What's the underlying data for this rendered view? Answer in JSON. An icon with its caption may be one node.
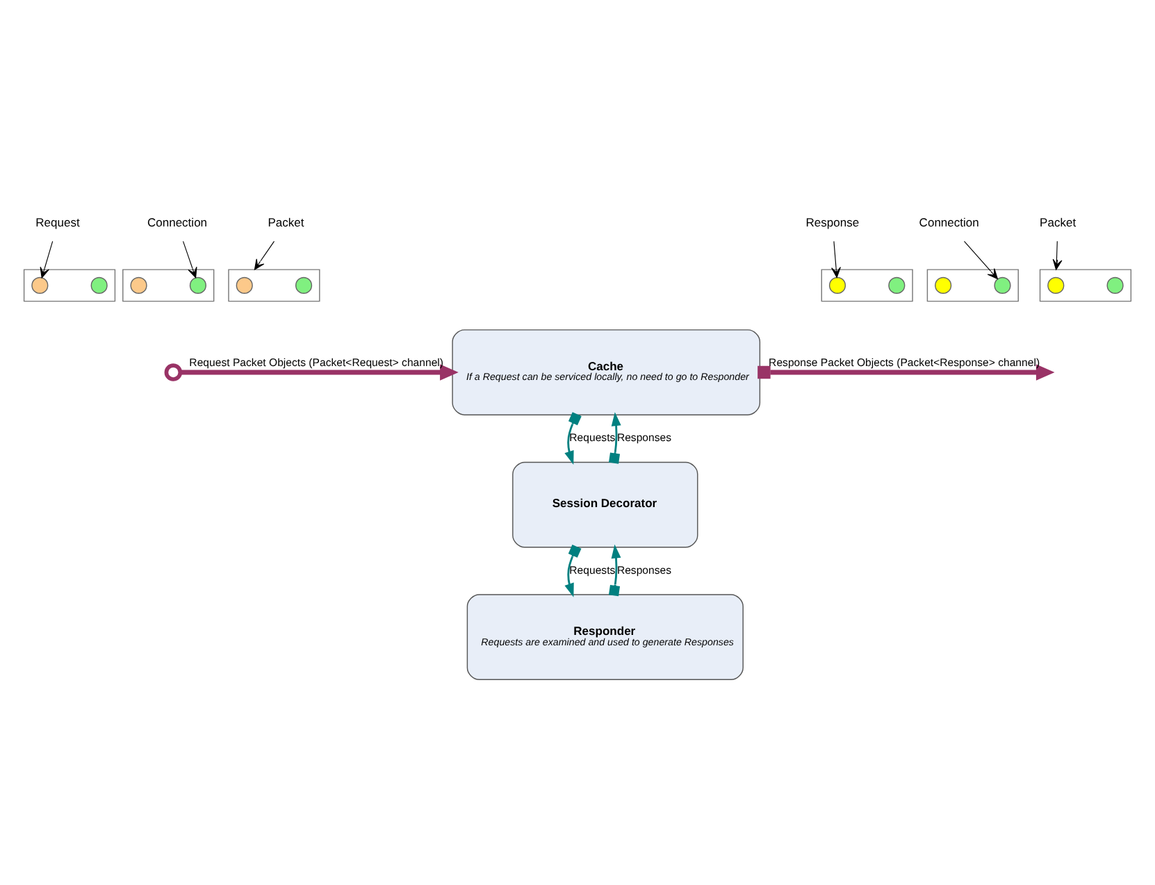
{
  "diagram": {
    "nodes": [
      {
        "text": [
          "Request"
        ]
      },
      {
        "text": [
          "Connection"
        ]
      },
      {
        "text": [
          "Packet"
        ]
      },
      {
        "text": [],
        "shape": "box"
      },
      {
        "text": [],
        "shape": "circle",
        "in": 3
      },
      {
        "text": [],
        "shape": "circle",
        "in": 3
      },
      {
        "text": [],
        "shape": "box"
      },
      {
        "text": [],
        "shape": "circle",
        "in": 6
      },
      {
        "text": [],
        "shape": "circle",
        "in": 6
      },
      {
        "text": [],
        "shape": "box"
      },
      {
        "text": [],
        "shape": "circle",
        "in": 9
      },
      {
        "text": [],
        "shape": "circle",
        "in": 9
      },
      {
        "text": [],
        "shape": "circle"
      },
      {
        "text": [
          "Cache",
          "If a Request can be serviced locally, no need to go to Responder"
        ]
      },
      {
        "text": [
          "Response"
        ]
      },
      {
        "text": [
          "Connection"
        ]
      },
      {
        "text": [
          "Packet"
        ]
      },
      {
        "text": [],
        "shape": "box"
      },
      {
        "text": [],
        "shape": "circle",
        "in": 17
      },
      {
        "text": [],
        "shape": "circle",
        "in": 17
      },
      {
        "text": [],
        "shape": "box"
      },
      {
        "text": [],
        "shape": "circle",
        "in": 20
      },
      {
        "text": [],
        "shape": "circle",
        "in": 20
      },
      {
        "text": [],
        "shape": "box"
      },
      {
        "text": [],
        "shape": "circle",
        "in": 23
      },
      {
        "text": [],
        "shape": "circle",
        "in": 23
      },
      {
        "text": [
          "Session Decorator"
        ]
      },
      {
        "text": [
          "Responder",
          "Requests are examined and used to generate Responses"
        ]
      }
    ],
    "edges": [
      {
        "from": 0,
        "to": 4,
        "arrow": "to"
      },
      {
        "from": 1,
        "to": 8,
        "arrow": "to"
      },
      {
        "from": 2,
        "to": 9,
        "arrow": "to"
      },
      {
        "from": 12,
        "to": 13,
        "arrow": "to",
        "label": "Request Packet Objects (Packet<Request> channel)",
        "style": "thick",
        "color": "#993366"
      },
      {
        "from": 13,
        "to": null,
        "arrow": "to",
        "label": "Response Packet Objects (Packet<Response> channel)",
        "style": "thick",
        "color": "#993366"
      },
      {
        "from": 14,
        "to": 18,
        "arrow": "to"
      },
      {
        "from": 15,
        "to": 22,
        "arrow": "to"
      },
      {
        "from": 16,
        "to": 23,
        "arrow": "to"
      },
      {
        "from": 13,
        "to": 26,
        "arrow": "to",
        "label": "Requests",
        "color": "#008080"
      },
      {
        "from": 26,
        "to": 13,
        "arrow": "to",
        "label": "Responses",
        "color": "#008080"
      },
      {
        "from": 26,
        "to": 27,
        "arrow": "to",
        "label": "Requests",
        "color": "#008080"
      },
      {
        "from": 27,
        "to": 26,
        "arrow": "to",
        "label": "Responses",
        "color": "#008080"
      }
    ]
  }
}
